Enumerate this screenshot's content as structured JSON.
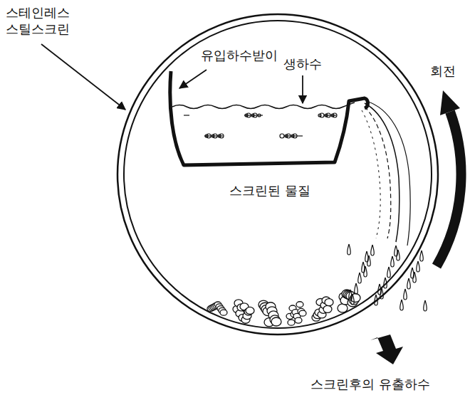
{
  "diagram": {
    "labels": [
      "스테인레스 스틸스크린",
      "유입하수받이",
      "생하수",
      "회전",
      "스크린된 물질",
      "스크린후의 유출하수"
    ]
  }
}
